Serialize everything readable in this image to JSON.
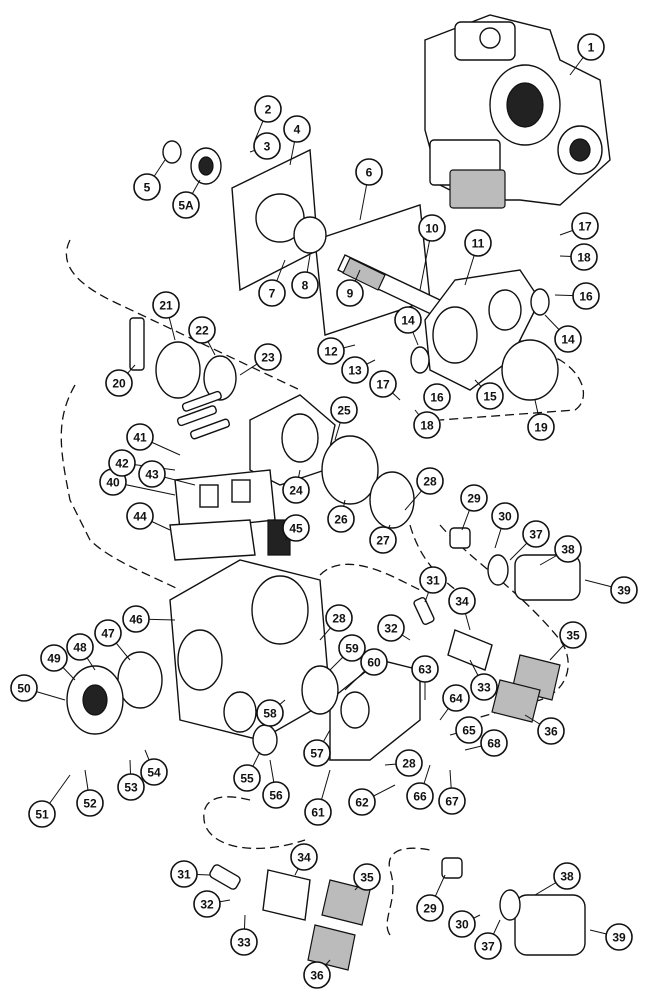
{
  "diagram": {
    "callouts": [
      {
        "id": "c1",
        "label": "1"
      },
      {
        "id": "c2",
        "label": "2"
      },
      {
        "id": "c3",
        "label": "3"
      },
      {
        "id": "c4",
        "label": "4"
      },
      {
        "id": "c5",
        "label": "5"
      },
      {
        "id": "c5a",
        "label": "5A"
      },
      {
        "id": "c6",
        "label": "6"
      },
      {
        "id": "c7",
        "label": "7"
      },
      {
        "id": "c8",
        "label": "8"
      },
      {
        "id": "c9",
        "label": "9"
      },
      {
        "id": "c10",
        "label": "10"
      },
      {
        "id": "c11",
        "label": "11"
      },
      {
        "id": "c12",
        "label": "12"
      },
      {
        "id": "c13",
        "label": "13"
      },
      {
        "id": "c14a",
        "label": "14"
      },
      {
        "id": "c14b",
        "label": "14"
      },
      {
        "id": "c15",
        "label": "15"
      },
      {
        "id": "c16a",
        "label": "16"
      },
      {
        "id": "c16b",
        "label": "16"
      },
      {
        "id": "c17a",
        "label": "17"
      },
      {
        "id": "c17b",
        "label": "17"
      },
      {
        "id": "c18a",
        "label": "18"
      },
      {
        "id": "c18b",
        "label": "18"
      },
      {
        "id": "c19",
        "label": "19"
      },
      {
        "id": "c20",
        "label": "20"
      },
      {
        "id": "c21",
        "label": "21"
      },
      {
        "id": "c22",
        "label": "22"
      },
      {
        "id": "c23",
        "label": "23"
      },
      {
        "id": "c24",
        "label": "24"
      },
      {
        "id": "c25",
        "label": "25"
      },
      {
        "id": "c26",
        "label": "26"
      },
      {
        "id": "c27",
        "label": "27"
      },
      {
        "id": "c28a",
        "label": "28"
      },
      {
        "id": "c28b",
        "label": "28"
      },
      {
        "id": "c28c",
        "label": "28"
      },
      {
        "id": "c29a",
        "label": "29"
      },
      {
        "id": "c29b",
        "label": "29"
      },
      {
        "id": "c30a",
        "label": "30"
      },
      {
        "id": "c30b",
        "label": "30"
      },
      {
        "id": "c31a",
        "label": "31"
      },
      {
        "id": "c31b",
        "label": "31"
      },
      {
        "id": "c32a",
        "label": "32"
      },
      {
        "id": "c32b",
        "label": "32"
      },
      {
        "id": "c33a",
        "label": "33"
      },
      {
        "id": "c33b",
        "label": "33"
      },
      {
        "id": "c34a",
        "label": "34"
      },
      {
        "id": "c34b",
        "label": "34"
      },
      {
        "id": "c35a",
        "label": "35"
      },
      {
        "id": "c35b",
        "label": "35"
      },
      {
        "id": "c36a",
        "label": "36"
      },
      {
        "id": "c36b",
        "label": "36"
      },
      {
        "id": "c37a",
        "label": "37"
      },
      {
        "id": "c37b",
        "label": "37"
      },
      {
        "id": "c38a",
        "label": "38"
      },
      {
        "id": "c38b",
        "label": "38"
      },
      {
        "id": "c39a",
        "label": "39"
      },
      {
        "id": "c39b",
        "label": "39"
      },
      {
        "id": "c40",
        "label": "40"
      },
      {
        "id": "c41",
        "label": "41"
      },
      {
        "id": "c42",
        "label": "42"
      },
      {
        "id": "c43",
        "label": "43"
      },
      {
        "id": "c44",
        "label": "44"
      },
      {
        "id": "c45",
        "label": "45"
      },
      {
        "id": "c46",
        "label": "46"
      },
      {
        "id": "c47",
        "label": "47"
      },
      {
        "id": "c48",
        "label": "48"
      },
      {
        "id": "c49",
        "label": "49"
      },
      {
        "id": "c50",
        "label": "50"
      },
      {
        "id": "c51",
        "label": "51"
      },
      {
        "id": "c52",
        "label": "52"
      },
      {
        "id": "c53",
        "label": "53"
      },
      {
        "id": "c54",
        "label": "54"
      },
      {
        "id": "c55",
        "label": "55"
      },
      {
        "id": "c56",
        "label": "56"
      },
      {
        "id": "c57",
        "label": "57"
      },
      {
        "id": "c58",
        "label": "58"
      },
      {
        "id": "c59",
        "label": "59"
      },
      {
        "id": "c60",
        "label": "60"
      },
      {
        "id": "c61",
        "label": "61"
      },
      {
        "id": "c62",
        "label": "62"
      },
      {
        "id": "c63",
        "label": "63"
      },
      {
        "id": "c64",
        "label": "64"
      },
      {
        "id": "c65",
        "label": "65"
      },
      {
        "id": "c66",
        "label": "66"
      },
      {
        "id": "c67",
        "label": "67"
      },
      {
        "id": "c68",
        "label": "68"
      }
    ]
  }
}
